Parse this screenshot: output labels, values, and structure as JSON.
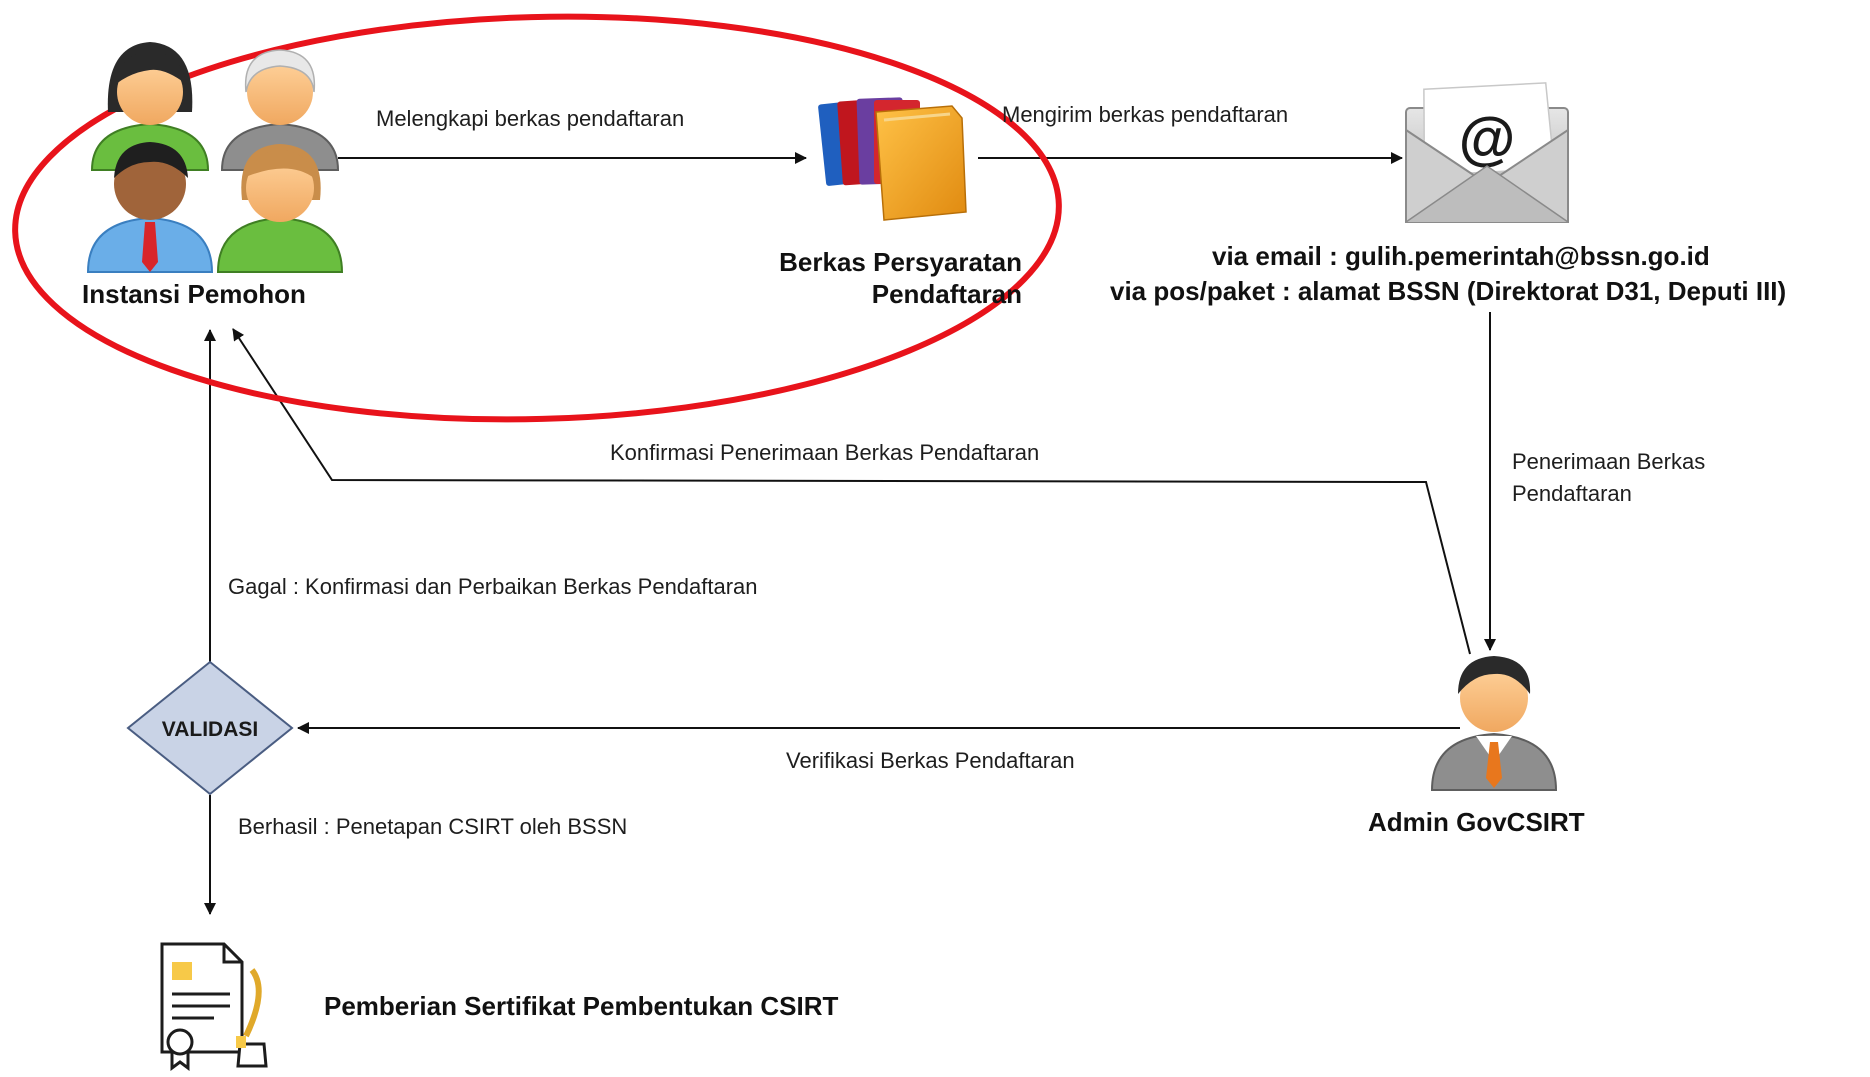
{
  "nodes": {
    "instansi": "Instansi Pemohon",
    "berkas": "Berkas Persyaratan\nPendaftaran",
    "contact_email": "via email : gulih.pemerintah@bssn.go.id",
    "contact_pos": "via pos/paket : alamat BSSN (Direktorat D31, Deputi III)",
    "admin": "Admin GovCSIRT",
    "validasi": "VALIDASI",
    "sertifikat": "Pemberian Sertifikat Pembentukan CSIRT"
  },
  "edges": {
    "melengkapi": "Melengkapi berkas pendaftaran",
    "mengirim": "Mengirim berkas pendaftaran",
    "penerimaan": "Penerimaan Berkas\nPendaftaran",
    "konfirmasi": "Konfirmasi Penerimaan Berkas Pendaftaran",
    "gagal": "Gagal : Konfirmasi dan Perbaikan Berkas Pendaftaran",
    "verifikasi": "Verifikasi Berkas Pendaftaran",
    "berhasil": "Berhasil : Penetapan CSIRT oleh BSSN"
  },
  "icons": {
    "email": "email-envelope-icon",
    "folders": "folders-icon",
    "users": "users-group-icon",
    "admin": "admin-user-icon",
    "certificate": "certificate-icon"
  },
  "colors": {
    "highlight": "#e8131b",
    "diamond_fill": "#c9d3e6",
    "diamond_stroke": "#4a5d82"
  }
}
